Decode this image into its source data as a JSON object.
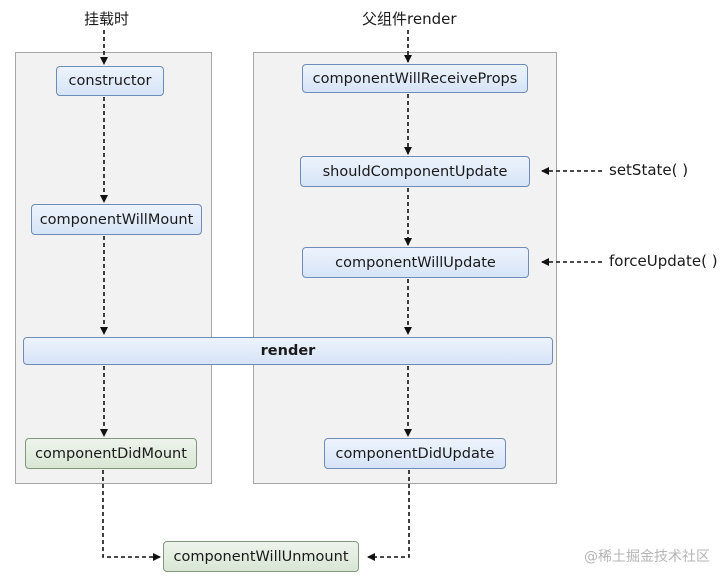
{
  "labels": {
    "mount_phase": "挂载时",
    "parent_render": "父组件render",
    "set_state": "setState( )",
    "force_update": "forceUpdate( )"
  },
  "nodes": {
    "constructor": "constructor",
    "component_will_mount": "componentWillMount",
    "render": "render",
    "component_did_mount": "componentDidMount",
    "component_will_receive_props": "componentWillReceiveProps",
    "should_component_update": "shouldComponentUpdate",
    "component_will_update": "componentWillUpdate",
    "component_did_update": "componentDidUpdate",
    "component_will_unmount": "componentWillUnmount"
  },
  "watermark": "@稀土掘金技术社区",
  "colors": {
    "node_blue_fill": "#dde8f8",
    "node_green_fill": "#dde9d8",
    "panel_fill": "#f2f2f2",
    "arrow": "#111111"
  }
}
